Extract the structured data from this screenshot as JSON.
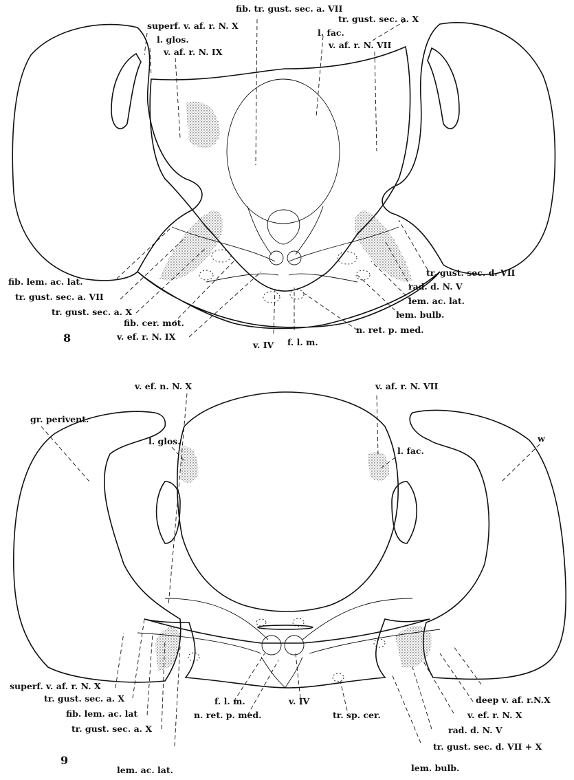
{
  "figure8": {
    "number": "8",
    "labels": {
      "fib_tr_gust_sec_a_VII": "fib. tr. gust. sec. a. VII",
      "superf_v_af_r_N_X": "superf. v. af. r. N. X",
      "l_glos": "l. glos.",
      "v_af_r_N_IX": "v. af. r. N. IX",
      "tr_gust_sec_a_X_top": "tr. gust. sec. a. X",
      "l_fac": "l. fac.",
      "v_af_r_N_VII": "v. af. r. N. VII",
      "fib_lem_ac_lat": "fib. lem. ac. lat.",
      "tr_gust_sec_a_VII": "tr. gust. sec. a. VII",
      "tr_gust_sec_a_X_bottom": "tr. gust. sec. a. X",
      "fib_cer_mot": "fib. cer. mot.",
      "v_ef_r_N_IX": "v. ef. r. N. IX",
      "v_IV": "v. IV",
      "f_l_m": "f. l. m.",
      "n_ret_p_med": "n. ret. p. med.",
      "lem_bulb": "lem. bulb.",
      "lem_ac_lat": "lem. ac. lat.",
      "rad_d_N_V": "rad. d. N. V",
      "tr_gust_sec_d_VII": "tr. gust. sec. d. VII"
    }
  },
  "figure9": {
    "number": "9",
    "labels": {
      "v_ef_n_N_X": "v. ef. n. N. X",
      "v_af_r_N_VII": "v. af. r. N. VII",
      "gr_perivent": "gr. perivent.",
      "l_glos": "l. glos.",
      "l_fac": "l. fac.",
      "w": "w",
      "superf_v_af_r_N_X": "superf. v. af. r. N. X",
      "tr_gust_sec_a_X_1": "tr. gust. sec. a. X",
      "fib_lem_ac_lat": "fib. lem. ac. lat",
      "tr_gust_sec_a_X_2": "tr. gust. sec. a. X",
      "lem_ac_lat": "lem. ac. lat.",
      "f_l_m": "f. l. m.",
      "n_ret_p_med": "n. ret. p. med.",
      "v_IV": "v. IV",
      "tr_sp_cer": "tr. sp. cer.",
      "lem_bulb": "lem. bulb.",
      "tr_gust_sec_d_VII_X": "tr. gust. sec. d. VII + X",
      "rad_d_N_V": "rad. d. N. V",
      "v_ef_r_N_X": "v. ef. r. N. X",
      "deep_v_af_r_N_X": "deep v. af. r.N.X"
    }
  }
}
